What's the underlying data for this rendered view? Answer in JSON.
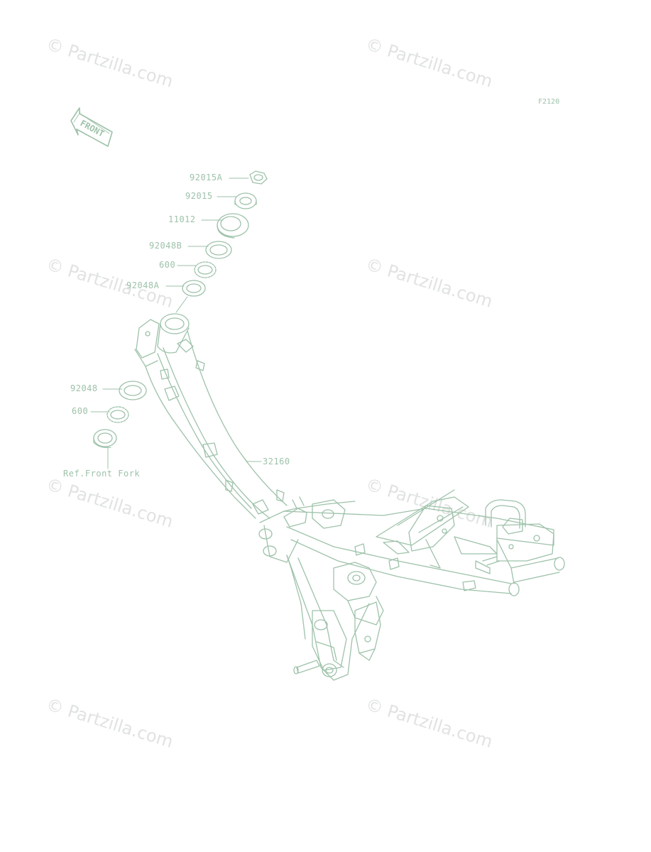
{
  "diagram_code": "F2120",
  "watermark": "© Partzilla.com",
  "front_label": "FRONT",
  "parts": {
    "p92015A": "92015A",
    "p92015": "92015",
    "p11012": "11012",
    "p92048B": "92048B",
    "p600_top": "600",
    "p92048A": "92048A",
    "p92048": "92048",
    "p600_bottom": "600",
    "ref_front_fork": "Ref.Front Fork",
    "p32160": "32160"
  },
  "colors": {
    "line": "#9ec2aa",
    "watermark": "#dfe3e1"
  }
}
